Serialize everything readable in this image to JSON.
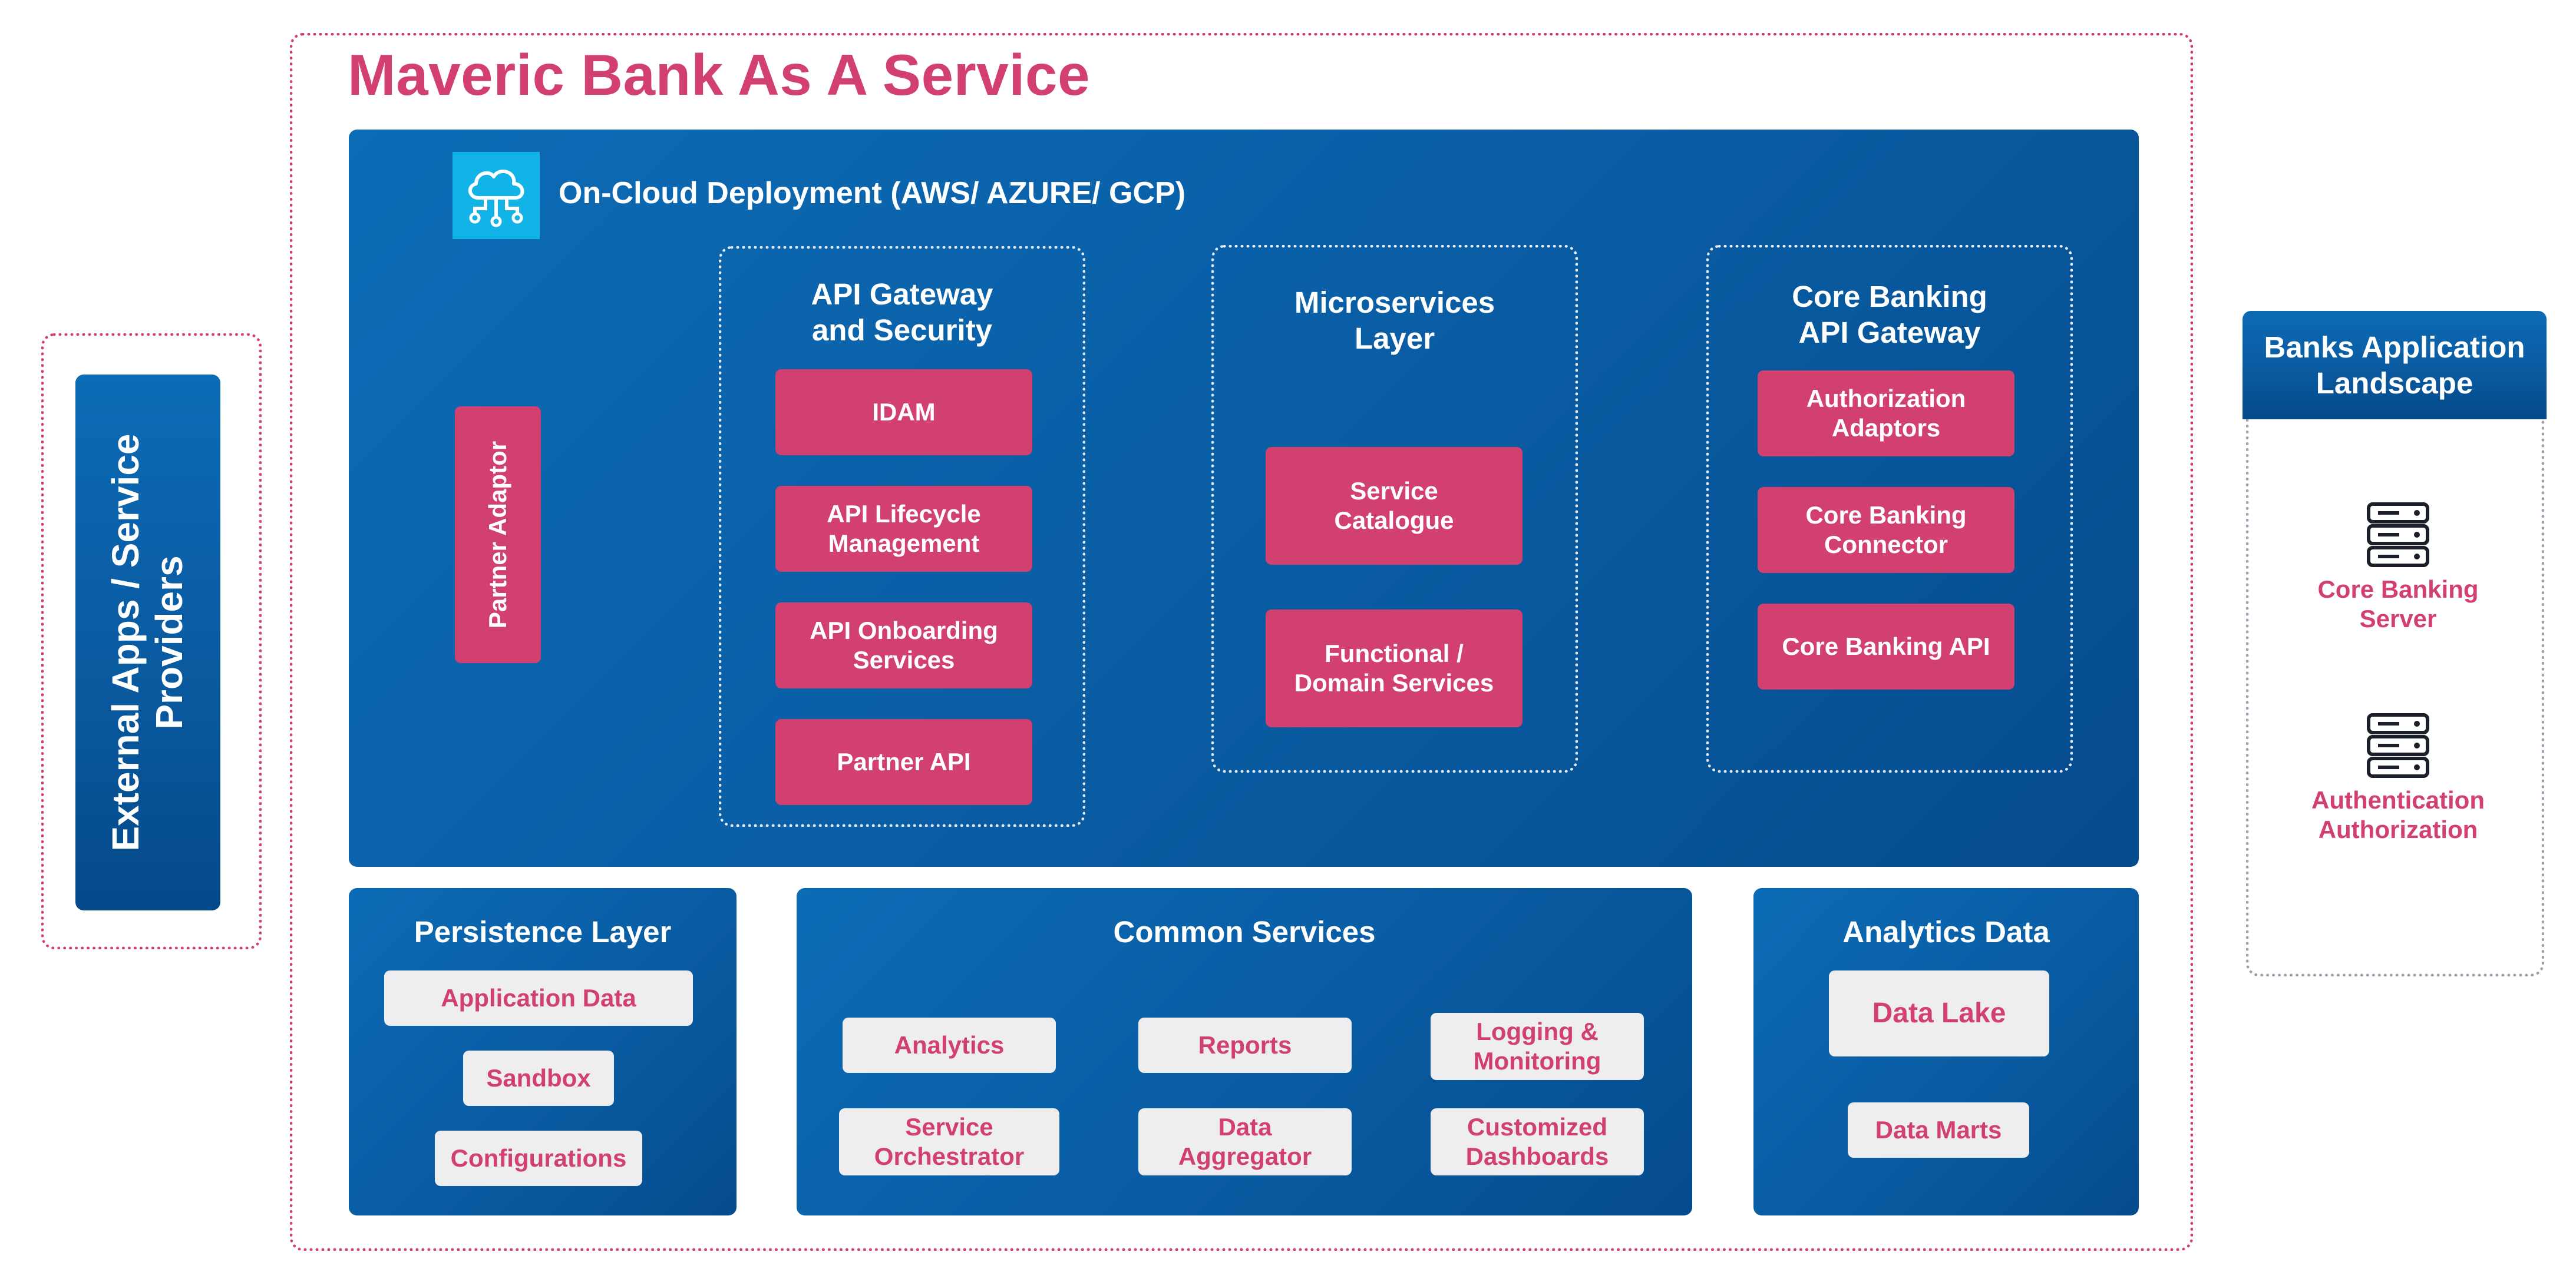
{
  "title": "Maveric Bank As A Service",
  "external": {
    "label": "External Apps / Service\nProviders"
  },
  "cloud": {
    "label": "On-Cloud Deployment (AWS/ AZURE/ GCP)",
    "icon": "cloud-network-icon",
    "partner_adaptor": "Partner Adaptor"
  },
  "api_gateway": {
    "title": "API Gateway\nand Security",
    "items": [
      "IDAM",
      "API Lifecycle\nManagement",
      "API Onboarding\nServices",
      "Partner API"
    ]
  },
  "microservices": {
    "title": "Microservices\nLayer",
    "items": [
      "Service\nCatalogue",
      "Functional /\nDomain Services"
    ]
  },
  "core_banking": {
    "title": "Core Banking\nAPI Gateway",
    "items": [
      "Authorization\nAdaptors",
      "Core Banking\nConnector",
      "Core Banking API"
    ]
  },
  "persistence": {
    "title": "Persistence Layer",
    "items": [
      "Application Data",
      "Sandbox",
      "Configurations"
    ]
  },
  "common_services": {
    "title": "Common Services",
    "items": [
      "Analytics",
      "Reports",
      "Logging &\nMonitoring",
      "Service\nOrchestrator",
      "Data\nAggregator",
      "Customized\nDashboards"
    ]
  },
  "analytics": {
    "title": "Analytics Data",
    "items": [
      "Data Lake",
      "Data Marts"
    ]
  },
  "banks": {
    "title": "Banks Application\nLandscape",
    "servers": [
      {
        "label": "Core Banking\nServer",
        "icon": "server-icon"
      },
      {
        "label": "Authentication\nAuthorization",
        "icon": "server-icon"
      }
    ]
  },
  "colors": {
    "brand_pink": "#d2406f",
    "brand_blue": "#0a5fa6",
    "cyan_icon_bg": "#12b3e6",
    "pill_bg": "#eeeef0"
  }
}
